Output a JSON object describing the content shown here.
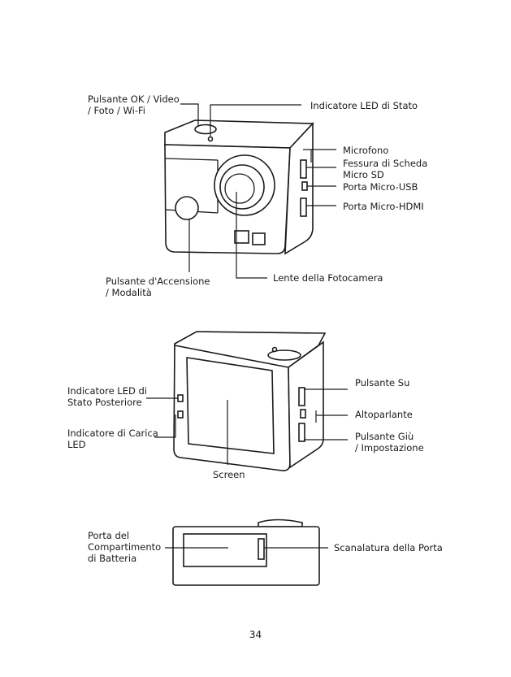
{
  "figure1": {
    "ok_button": "Pulsante OK / Video\n/ Foto / Wi-Fi",
    "status_led": "Indicatore LED di Stato",
    "microphone": "Microfono",
    "sd_slot": "Fessura di Scheda\nMicro SD",
    "usb_port": "Porta Micro-USB",
    "hdmi_port": "Porta Micro-HDMI",
    "power_button": "Pulsante d'Accensione\n/ Modalità",
    "lens": "Lente della Fotocamera"
  },
  "figure2": {
    "rear_led": "Indicatore LED di\nStato Posteriore",
    "charge_led": "Indicatore di Carica\nLED",
    "screen": "Screen",
    "up_button": "Pulsante Su",
    "speaker": "Altoparlante",
    "down_button": "Pulsante Giù\n/ Impostazione"
  },
  "figure3": {
    "battery_door": "Porta del\nCompartimento\ndi Batteria",
    "door_groove": "Scanalatura della Porta"
  },
  "page_number": "34"
}
